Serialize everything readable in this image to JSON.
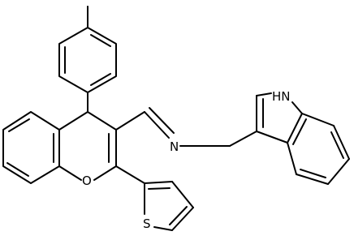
{
  "atoms": {
    "nitrogen_imine": "N",
    "nitrogen_indole": "HN",
    "oxygen_pyran": "O",
    "sulfur_thiophene": "S"
  },
  "colors": {
    "bond": "#000000",
    "label": "#000000",
    "background": "#ffffff"
  }
}
